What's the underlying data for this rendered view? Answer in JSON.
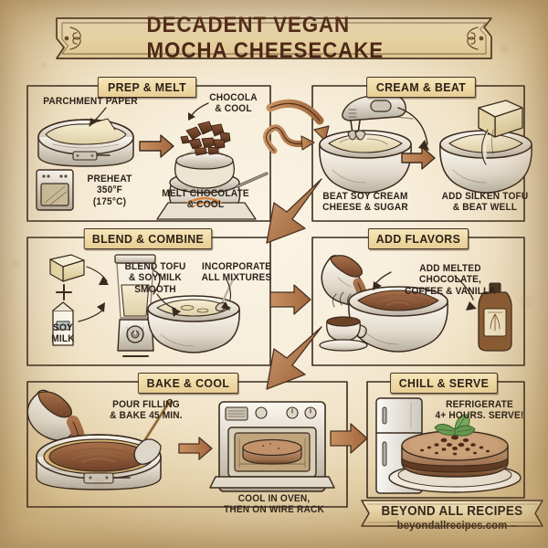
{
  "title": "DECADENT VEGAN MOCHA CHEESECAKE",
  "panels": [
    {
      "id": "prep-melt",
      "badge": "PREP & MELT",
      "labels": [
        {
          "name": "parchment-paper-label",
          "text": "PARCHMENT PAPER"
        },
        {
          "name": "chocolate-cool-label",
          "text": "CHOCOLA\n& COOL"
        },
        {
          "name": "preheat-label",
          "text": "PREHEAT\n350°F\n(175°C)"
        },
        {
          "name": "melt-chocolate-caption",
          "text": "MELT CHOCOLATE\n& COOL"
        }
      ],
      "icons": [
        "springform-pan-icon",
        "oven-icon",
        "double-boiler-icon",
        "chocolate-chunks-icon"
      ]
    },
    {
      "id": "cream-beat",
      "badge": "CREAM & BEAT",
      "labels": [
        {
          "name": "beat-soy-cream-caption",
          "text": "BEAT SOY CREAM\nCHEESE & SUGAR"
        },
        {
          "name": "add-silken-tofu-caption",
          "text": "ADD SILKEN TOFU\n& BEAT WELL"
        }
      ],
      "icons": [
        "hand-mixer-icon",
        "mixing-bowl-icon",
        "tofu-block-icon"
      ]
    },
    {
      "id": "blend-combine",
      "badge": "BLEND & COMBINE",
      "labels": [
        {
          "name": "soy-milk-label",
          "text": "SOY\nMILK"
        },
        {
          "name": "blend-tofu-caption",
          "text": "BLEND TOFU\n& SOYMILK\nSMOOTH"
        },
        {
          "name": "incorporate-caption",
          "text": "INCORPORATE\nALL MIXTURES"
        }
      ],
      "icons": [
        "blender-icon",
        "soy-milk-carton-icon",
        "tofu-block-icon",
        "mixing-bowl-spoon-icon",
        "plus-icon"
      ]
    },
    {
      "id": "add-flavors",
      "badge": "ADD FLAVORS",
      "labels": [
        {
          "name": "add-melted-chocolate-caption",
          "text": "ADD MELTED CHOCOLATE,\nCOFFEE & VANILLA"
        }
      ],
      "icons": [
        "pouring-bowl-icon",
        "batter-bowl-icon",
        "coffee-cup-icon",
        "vanilla-bottle-icon"
      ]
    },
    {
      "id": "bake-cool",
      "badge": "BAKE & COOL",
      "labels": [
        {
          "name": "pour-filling-caption",
          "text": "POUR FILLING\n& BAKE 45 MIN."
        },
        {
          "name": "cool-in-oven-caption",
          "text": "COOL IN OVEN,\nTHEN ON WIRE RACK"
        }
      ],
      "icons": [
        "pouring-bowl-icon",
        "springform-pan-icon",
        "spatula-icon",
        "oven-icon",
        "cheesecake-icon"
      ]
    },
    {
      "id": "chill-serve",
      "badge": "CHILL & SERVE",
      "labels": [
        {
          "name": "refrigerate-caption",
          "text": "REFRIGERATE\n4+ HOURS. SERVE!"
        }
      ],
      "icons": [
        "refrigerator-icon",
        "finished-cheesecake-icon",
        "mint-leaf-icon"
      ]
    }
  ],
  "footer": {
    "brand": "BEYOND ALL RECIPES",
    "url": "– beyondallrecipes.com –"
  },
  "colors": {
    "paper": "#f4ead5",
    "ink": "#2c2119",
    "badge_fill": "#efd9a4",
    "badge_border": "#443022",
    "arrow": "#b5794a",
    "arrow_dark": "#8a5530",
    "chocolate": "#6b4128",
    "title_ink": "#4a2416"
  }
}
